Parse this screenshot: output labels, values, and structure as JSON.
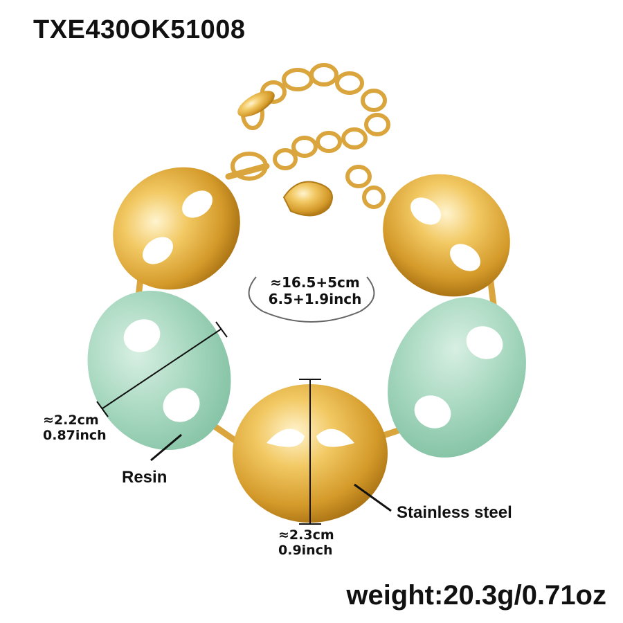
{
  "product": {
    "sku": "TXE430OK51008",
    "weight": "weight:20.3g/0.71oz"
  },
  "dimensions": {
    "length_cm": "≈16.5+5cm",
    "length_inch": "6.5+1.9inch",
    "resin_link_cm": "≈2.2cm",
    "resin_link_inch": "0.87inch",
    "steel_link_cm": "≈2.3cm",
    "steel_link_inch": "0.9inch"
  },
  "materials": {
    "resin_label": "Resin",
    "steel_label": "Stainless steel"
  },
  "colors": {
    "gold": "#e2b24a",
    "resin_green": "#9fd4b8",
    "line": "#111111"
  }
}
